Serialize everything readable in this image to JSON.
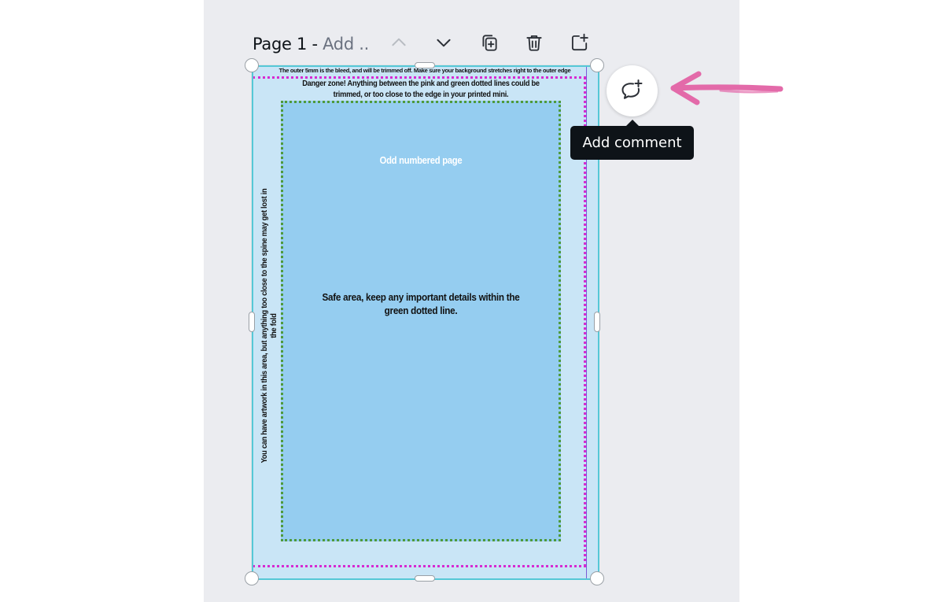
{
  "header": {
    "page_label": "Page 1 - ",
    "page_title_placeholder": "Add ..",
    "icons": [
      "chevron-up-icon",
      "chevron-down-icon",
      "duplicate-page-icon",
      "trash-icon",
      "add-page-icon"
    ]
  },
  "canvas": {
    "bleed_note": "The outer 5mm is the bleed, and will be trimmed off.  Make sure your background stretches right to the outer edge",
    "danger_note": "Danger zone! Anything between the pink and green dotted lines could be trimmed, or too close to the edge in your printed mini.",
    "odd_page_label": "Odd numbered page",
    "safe_area_note": "Safe area, keep any important details within the green dotted line.",
    "spine_note": "You can have artwork in this area, but anything too close to the spine may get lost in the fold"
  },
  "comment": {
    "icon": "add-comment-icon",
    "tooltip": "Add comment"
  },
  "colors": {
    "bleed_bg": "#c9e5f6",
    "safe_bg": "#95cdf0",
    "pink_line": "#d62bd1",
    "green_line": "#4f9a3b",
    "selection": "#55c8d6",
    "annotation_arrow": "#e36aa9"
  }
}
